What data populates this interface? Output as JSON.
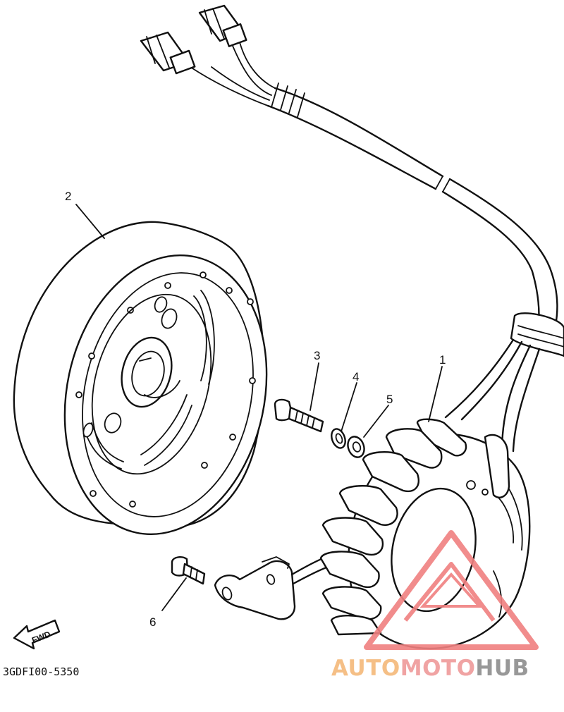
{
  "diagram": {
    "callouts": [
      {
        "id": "1",
        "part": "stator-assembly"
      },
      {
        "id": "2",
        "part": "rotor-flywheel"
      },
      {
        "id": "3",
        "part": "bolt"
      },
      {
        "id": "4",
        "part": "lock-washer"
      },
      {
        "id": "5",
        "part": "plain-washer"
      },
      {
        "id": "6",
        "part": "screw"
      }
    ],
    "part_code": "3GDFI00-5350",
    "fwd_label": "FWD"
  },
  "watermark": {
    "part1": "AUTO",
    "part2": "MOTO",
    "part3": "HUB",
    "colors": {
      "auto": "#f4b97a",
      "moto": "#ef9a9a",
      "hub": "#8d8d8d",
      "triangle": "#f08080"
    }
  }
}
